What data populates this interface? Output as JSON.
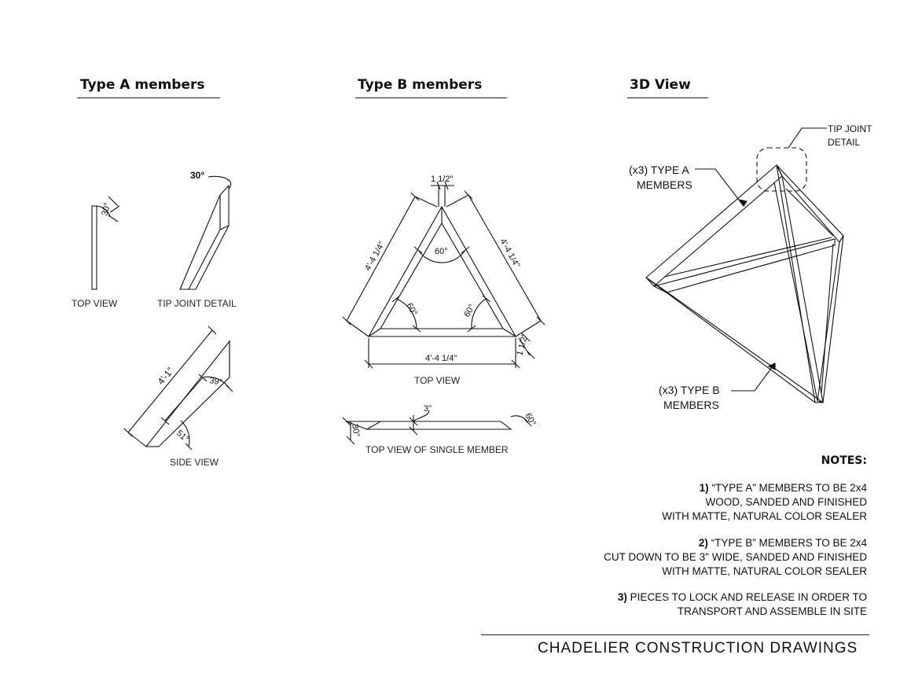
{
  "sections": {
    "type_a": "Type A members",
    "type_b": "Type B members",
    "view_3d": "3D View"
  },
  "type_a": {
    "top_view_caption": "TOP VIEW",
    "tip_joint_caption": "TIP JOINT DETAIL",
    "side_view_caption": "SIDE VIEW",
    "top_view_angle": "30°",
    "tip_joint_angle": "30°",
    "side_length": "4'-1\"",
    "side_angle_top": "39°",
    "side_angle_bottom": "51°"
  },
  "type_b": {
    "top_view_caption": "TOP VIEW",
    "single_member_caption": "TOP VIEW OF SINGLE MEMBER",
    "width_top": "1 1/2\"",
    "width_side": "1 1/2\"",
    "left_side_length": "4'-4 1/4\"",
    "right_side_length": "4'-4 1/4\"",
    "bottom_length": "4'-4 1/4\"",
    "apex_angle": "60°",
    "left_angle": "60°",
    "right_angle": "60°",
    "single_width": "3\"",
    "single_left_angle": "30°",
    "single_right_angle": "60°"
  },
  "view_3d": {
    "tip_joint_label_line1": "TIP JOINT",
    "tip_joint_label_line2": "DETAIL",
    "type_a_label_line1": "(x3) TYPE A",
    "type_a_label_line2": "MEMBERS",
    "type_b_label_line1": "(x3) TYPE B",
    "type_b_label_line2": "MEMBERS"
  },
  "notes": {
    "heading": "NOTES:",
    "items": [
      {
        "num": "1)",
        "line1": "“TYPE A” MEMBERS TO BE 2x4",
        "line2": "WOOD, SANDED AND FINISHED",
        "line3": "WITH MATTE, NATURAL COLOR SEALER"
      },
      {
        "num": "2)",
        "line1": "“TYPE B” MEMBERS TO BE 2x4",
        "line2": "CUT DOWN TO BE 3\" WIDE, SANDED AND FINISHED",
        "line3": "WITH MATTE, NATURAL COLOR SEALER"
      },
      {
        "num": "3)",
        "line1": "PIECES TO LOCK AND RELEASE IN ORDER TO",
        "line2": "TRANSPORT AND ASSEMBLE IN SITE"
      }
    ]
  },
  "footer": {
    "title": "CHADELIER  CONSTRUCTION DRAWINGS"
  }
}
